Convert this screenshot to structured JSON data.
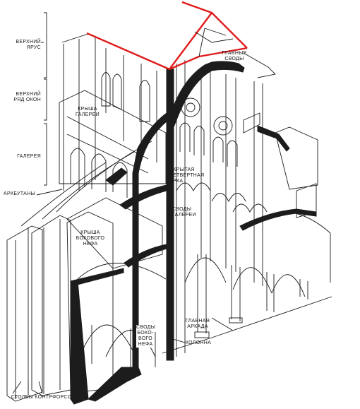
{
  "labels": {
    "upper_tier": "ВЕРХНИЙ\nЯРУС",
    "clerestory": "ВЕРХНИЙ\nРЯД ОКОН",
    "gallery_roof": "КРЫША\nГАЛЕРЕИ",
    "gallery": "ГАЛЕРЕЯ",
    "flying_buttresses": "АРКБУТАНЫ",
    "aisle_roof": "КРЫША\nБОКОВОГО\nНЕФА",
    "main_vaults": "ГЛАВНЫЕ\nСВОДЫ",
    "hidden_quarter_arch": "СКРЫТАЯ\nЧЕТВЕРТНАЯ\nАРКА",
    "gallery_vaults": "СВОДЫ\nГАЛЕРЕИ",
    "main_arcade": "ГЛАВНАЯ\nАРКАДА",
    "aisle_vaults": "СВОДЫ\nБОКО-\nВОГО\nНЕФА",
    "column": "КОЛОННА",
    "buttress_piers": "СТОЛБЫ КОНТРФОРСОВ"
  },
  "colors": {
    "ink": "#1a1a1a",
    "section_fill": "#1c1c1c",
    "highlight": "#e01b1b",
    "paper": "#ffffff"
  }
}
